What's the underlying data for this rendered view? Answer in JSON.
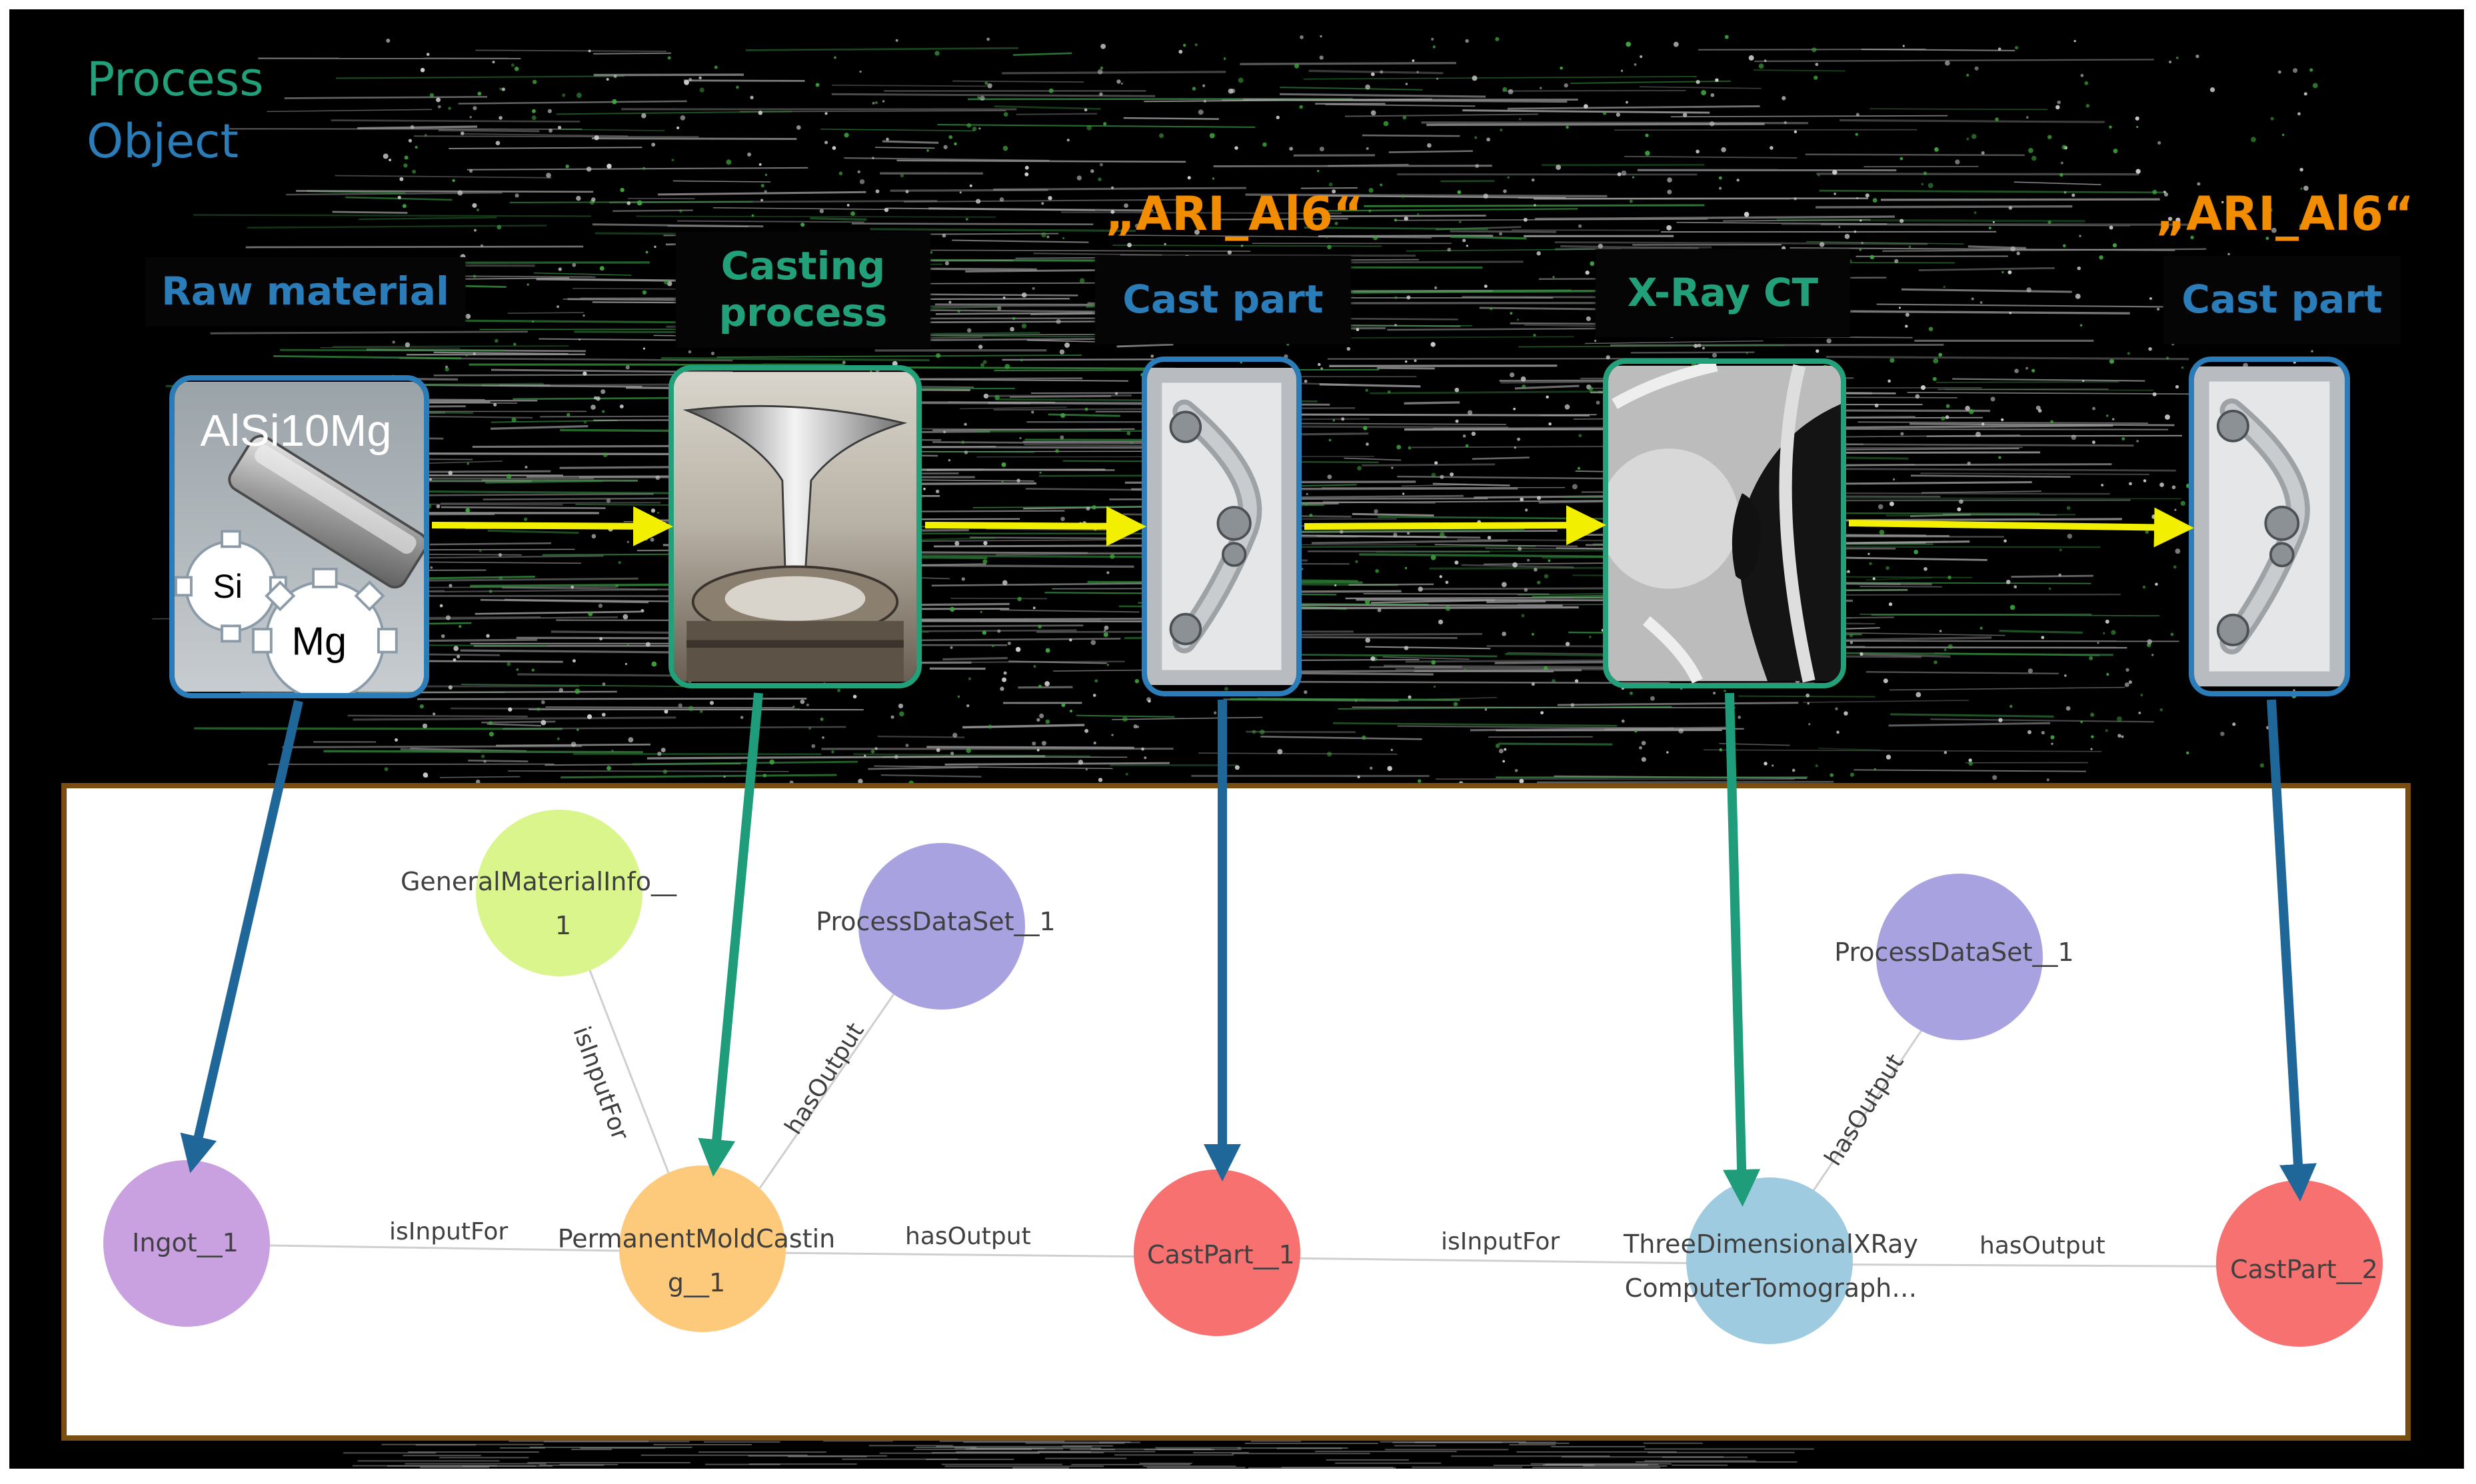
{
  "legend": {
    "process_label": "Process",
    "object_label": "Object",
    "process_color": "#22a07a",
    "object_color": "#2a7db8"
  },
  "stages": [
    {
      "id": "raw",
      "title": "Raw material",
      "kind": "object",
      "quote": ""
    },
    {
      "id": "casting",
      "title": "Casting\nprocess",
      "kind": "process",
      "quote": ""
    },
    {
      "id": "cast1",
      "title": "Cast part",
      "kind": "object",
      "quote": "„ARI_Al6“"
    },
    {
      "id": "xray",
      "title": "X-Ray CT",
      "kind": "process",
      "quote": ""
    },
    {
      "id": "cast2",
      "title": "Cast part",
      "kind": "object",
      "quote": "„ARI_Al6“"
    }
  ],
  "raw_material": {
    "alloy": "AlSi10Mg",
    "gear_si": "Si",
    "gear_mg": "Mg"
  },
  "graph": {
    "nodes": [
      {
        "id": "ingot",
        "label": "Ingot__1",
        "color": "#c9a0e0"
      },
      {
        "id": "casting",
        "label_line1": "PermanentMoldCastin",
        "label_line2": "g__1",
        "color": "#fdc97a"
      },
      {
        "id": "cast1",
        "label": "CastPart__1",
        "color": "#f87171"
      },
      {
        "id": "xray",
        "label_line1": "ThreeDimensionalXRay",
        "label_line2": "ComputerTomograph…",
        "color": "#9fcbe0"
      },
      {
        "id": "cast2",
        "label": "CastPart__2",
        "color": "#f87171"
      },
      {
        "id": "gmi",
        "label_line1": "GeneralMaterialInfo__",
        "label_line2": "1",
        "color": "#d9f58c"
      },
      {
        "id": "pds1",
        "label": "ProcessDataSet__1",
        "color": "#a8a3e0"
      },
      {
        "id": "pds2",
        "label": "ProcessDataSet__1",
        "color": "#a8a3e0"
      }
    ],
    "edges": [
      {
        "from": "ingot",
        "to": "casting",
        "label": "isInputFor"
      },
      {
        "from": "casting",
        "to": "cast1",
        "label": "hasOutput"
      },
      {
        "from": "cast1",
        "to": "xray",
        "label": "isInputFor"
      },
      {
        "from": "xray",
        "to": "cast2",
        "label": "hasOutput"
      },
      {
        "from": "gmi",
        "to": "casting",
        "label": "isInputFor"
      },
      {
        "from": "casting",
        "to": "pds1",
        "label": "hasOutput"
      },
      {
        "from": "xray",
        "to": "pds2",
        "label": "hasOutput"
      }
    ]
  },
  "colors": {
    "flow_arrow": "#f2f000",
    "object_arrow": "#1f6699",
    "process_arrow": "#1f9c7a",
    "panel_border": "#7a4e12"
  }
}
